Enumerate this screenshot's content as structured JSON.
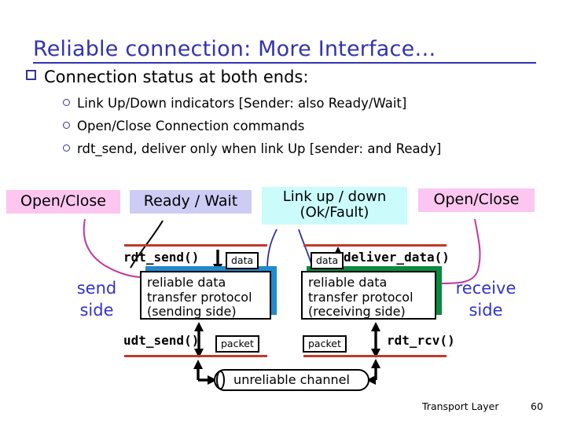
{
  "slide": {
    "title": "Reliable connection: More Interface…",
    "bullet_main": "Connection status at both ends:",
    "sub_bullets": [
      "Link Up/Down indicators [Sender: also Ready/Wait]",
      "Open/Close Connection commands",
      "rdt_send, deliver only when link Up [sender: and Ready]"
    ]
  },
  "callouts": [
    {
      "id": "open-close-left",
      "text": "Open/Close",
      "color": "#fcc6f0"
    },
    {
      "id": "ready-wait",
      "text": "Ready / Wait",
      "color": "#ccccf5"
    },
    {
      "id": "link-up-down",
      "text": "Link up / down\n(Ok/Fault)",
      "color": "#ccfbfb"
    },
    {
      "id": "open-close-right",
      "text": "Open/Close",
      "color": "#fcc6f0"
    }
  ],
  "callout_text": {
    "open_close_left": "Open/Close",
    "ready_wait": "Ready / Wait",
    "link_up_down_line1": "Link up / down",
    "link_up_down_line2": "(Ok/Fault)",
    "open_close_right": "Open/Close"
  },
  "diagram": {
    "send_side_label": "send\nside",
    "send_side_line1": "send",
    "send_side_line2": "side",
    "receive_side_line1": "receive",
    "receive_side_line2": "side",
    "api_calls": {
      "rdt_send": "rdt_send()",
      "deliver_data": "deliver_data()",
      "udt_send": "udt_send()",
      "rdt_rcv": "rdt_rcv()"
    },
    "sending_box": {
      "line1": "reliable data",
      "line2": "transfer protocol",
      "line3": "(sending side)",
      "shadow_color": "#1f8ad0"
    },
    "receiving_box": {
      "line1": "reliable data",
      "line2": "transfer protocol",
      "line3": "(receiving side)",
      "shadow_color": "#0a8a3c"
    },
    "tags": {
      "data_left": "data",
      "data_right": "data",
      "packet_left": "packet",
      "packet_right": "packet"
    },
    "channel": "unreliable channel",
    "layer_line_color": "#c0392b"
  },
  "footer": {
    "label": "Transport Layer",
    "page": "60"
  },
  "theme": {
    "title_color": "#3333b2",
    "bullet_marker_color": "#333399",
    "side_word_color": "#3333cc",
    "pink": "#fcc6f0",
    "lavender": "#ccccf5",
    "cyan": "#ccfbfb",
    "wire_pink": "#c0399b",
    "wire_navy": "#333399",
    "wire_black": "#000000"
  }
}
